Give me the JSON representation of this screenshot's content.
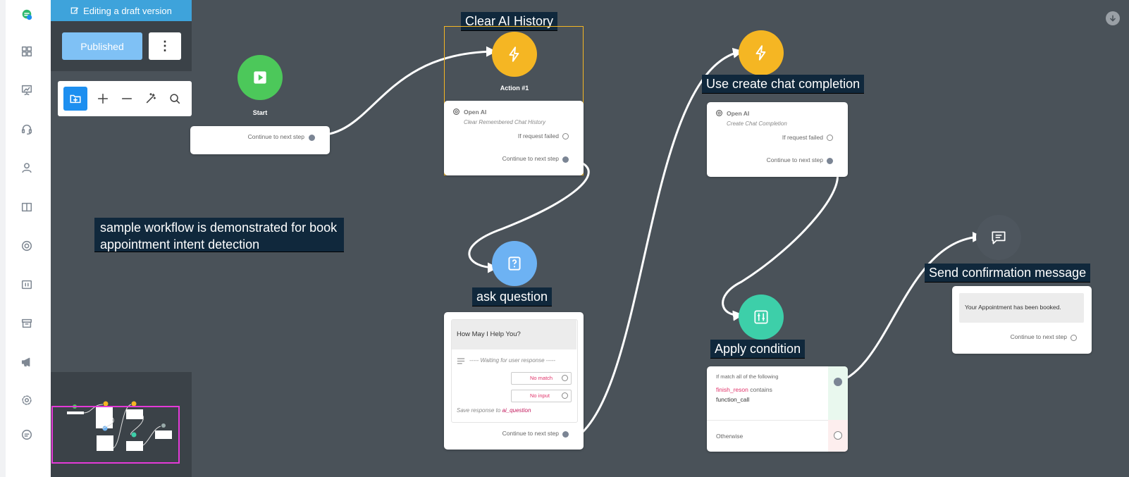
{
  "sidebar": {
    "icons": [
      "chat-logo-icon",
      "dashboard-grid-icon",
      "presentation-icon",
      "headset-icon",
      "user-icon",
      "book-icon",
      "lifebuoy-icon",
      "device-icon",
      "archive-icon",
      "megaphone-icon",
      "settings-gear-icon",
      "message-bubble-icon"
    ]
  },
  "editor": {
    "draft_banner": "Editing a draft version",
    "publish_label": "Published",
    "kebab_label": "⋮"
  },
  "canvas": {
    "annotation": "sample workflow is demonstrated for book appointment intent detection",
    "start": {
      "title": "Start",
      "continue": "Continue to next step"
    },
    "clear_history": {
      "tag": "Clear AI History",
      "title": "Action #1",
      "provider": "Open AI",
      "action": "Clear Remembered Chat History",
      "failed": "If request failed",
      "continue": "Continue to next step"
    },
    "chat_completion": {
      "tag": "Use create chat completion",
      "provider": "Open AI",
      "action": "Create Chat Completion",
      "failed": "If request failed",
      "continue": "Continue to next step"
    },
    "ask_question": {
      "tag": "ask question",
      "question": "How May I Help You?",
      "waiting": "----- Waiting for user response -----",
      "no_match": "No match",
      "no_input": "No input",
      "save_prefix": "Save response to",
      "save_var": "ai_question",
      "continue": "Continue to next step"
    },
    "condition": {
      "tag": "Apply condition",
      "header": "If match all of the following",
      "var": "finish_reson",
      "operator": "contains",
      "value": "function_call",
      "otherwise": "Otherwise"
    },
    "send_message": {
      "tag": "Send confirmation message",
      "message": "Your Appointment has been booked.",
      "continue": "Continue to next step"
    }
  },
  "colors": {
    "canvas_bg": "#4a5259",
    "start_green": "#4cc85a",
    "action_yellow": "#f5b623",
    "question_blue": "#6db2f3",
    "condition_teal": "#3dcfa9",
    "message_gray": "#4e565e",
    "accent_blue": "#1d8ff0",
    "highlight_magenta": "#e43ad8"
  }
}
